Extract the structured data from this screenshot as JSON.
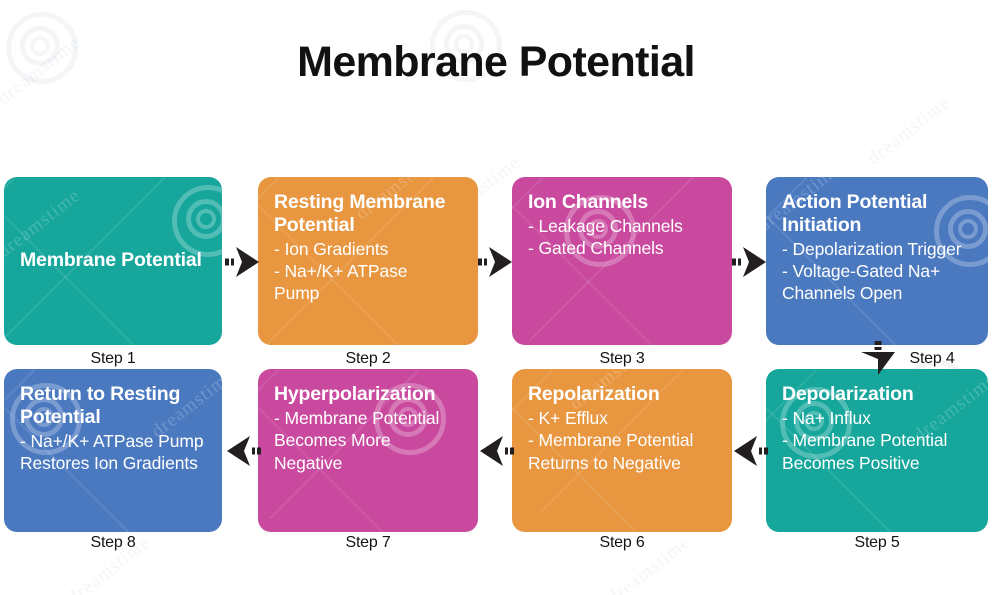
{
  "page": {
    "title": "Membrane Potential",
    "background": "#ffffff",
    "title_color": "#111111"
  },
  "colors": {
    "teal": "#16A69B",
    "orange": "#E8963F",
    "pink": "#C9499E",
    "blue": "#4B79C0",
    "arrow": "#231F20",
    "label_text": "#141414"
  },
  "flow": {
    "direction_top_row": "left-to-right",
    "direction_bottom_row": "right-to-left",
    "steps": [
      {
        "id": "step-1",
        "step_label": "Step 1",
        "title": "Membrane Potential",
        "bullets": [],
        "color": "#16A69B",
        "color_name": "teal",
        "layout": "centered"
      },
      {
        "id": "step-2",
        "step_label": "Step 2",
        "title": "Resting Membrane Potential",
        "bullets": [
          "- Ion Gradients",
          "- Na+/K+ ATPase\n  Pump"
        ],
        "color": "#E8963F",
        "color_name": "orange",
        "layout": "top"
      },
      {
        "id": "step-3",
        "step_label": "Step 3",
        "title": "Ion Channels",
        "bullets": [
          "- Leakage Channels",
          "- Gated Channels"
        ],
        "color": "#C9499E",
        "color_name": "pink",
        "layout": "top"
      },
      {
        "id": "step-4",
        "step_label": "Step 4",
        "title": "Action Potential Initiation",
        "bullets": [
          "- Depolarization Trigger",
          "- Voltage-Gated Na+\n  Channels Open"
        ],
        "color": "#4B79C0",
        "color_name": "blue",
        "layout": "top"
      },
      {
        "id": "step-5",
        "step_label": "Step 5",
        "title": "Depolarization",
        "bullets": [
          "- Na+ Influx",
          "- Membrane Potential\n  Becomes Positive"
        ],
        "color": "#16A69B",
        "color_name": "teal",
        "layout": "middle"
      },
      {
        "id": "step-6",
        "step_label": "Step 6",
        "title": "Repolarization",
        "bullets": [
          "- K+ Efflux",
          "- Membrane Potential\n  Returns to Negative"
        ],
        "color": "#E8963F",
        "color_name": "orange",
        "layout": "middle"
      },
      {
        "id": "step-7",
        "step_label": "Step 7",
        "title": "Hyperpolarization",
        "bullets": [
          "- Membrane Potential\n  Becomes More\n  Negative"
        ],
        "color": "#C9499E",
        "color_name": "pink",
        "layout": "middle"
      },
      {
        "id": "step-8",
        "step_label": "Step 8",
        "title": "Return to Resting Potential",
        "bullets": [
          "- Na+/K+ ATPase Pump\n  Restores Ion Gradients"
        ],
        "color": "#4B79C0",
        "color_name": "blue",
        "layout": "middle"
      }
    ],
    "connectors": [
      {
        "id": "arrow-1-2",
        "icon": "arrow-right-icon",
        "direction": "right"
      },
      {
        "id": "arrow-2-3",
        "icon": "arrow-right-icon",
        "direction": "right"
      },
      {
        "id": "arrow-3-4",
        "icon": "arrow-right-icon",
        "direction": "right"
      },
      {
        "id": "arrow-4-5",
        "icon": "arrow-down-icon",
        "direction": "down"
      },
      {
        "id": "arrow-5-6",
        "icon": "arrow-left-icon",
        "direction": "left"
      },
      {
        "id": "arrow-6-7",
        "icon": "arrow-left-icon",
        "direction": "left"
      },
      {
        "id": "arrow-7-8",
        "icon": "arrow-left-icon",
        "direction": "left"
      }
    ]
  },
  "watermark": {
    "text": "dreamstime",
    "logo": "spiral-logo-icon"
  }
}
